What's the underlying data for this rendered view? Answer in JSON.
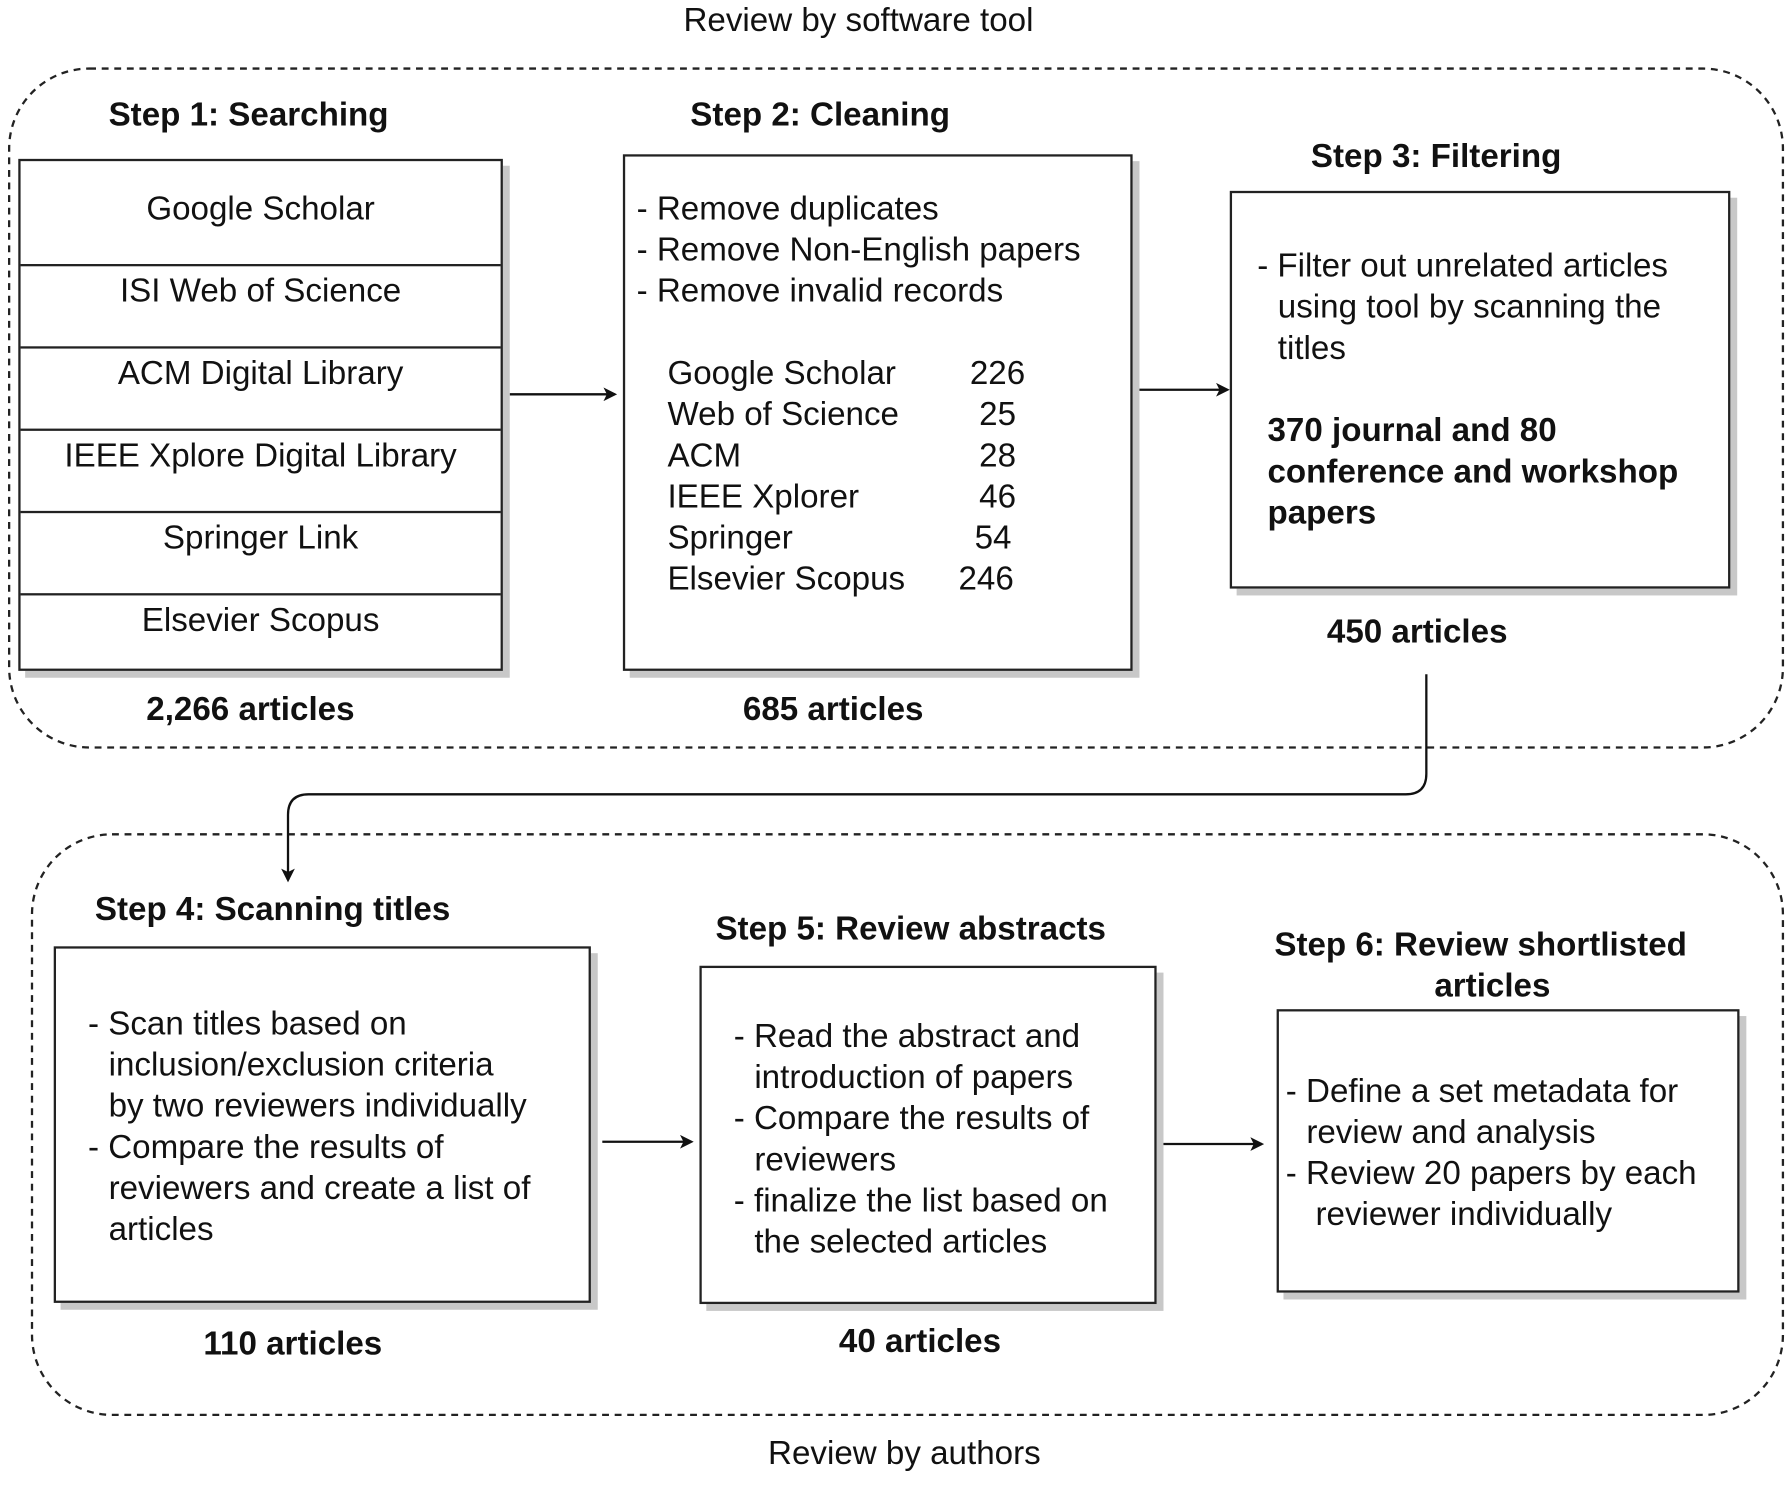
{
  "groups": {
    "top_label": "Review by software tool",
    "bottom_label": "Review by authors"
  },
  "step1": {
    "title": "Step 1: Searching",
    "sources": [
      "Google Scholar",
      "ISI Web of Science",
      "ACM Digital Library",
      "IEEE Xplore Digital Library",
      "Springer Link",
      "Elsevier Scopus"
    ],
    "count": "2,266 articles"
  },
  "step2": {
    "title": "Step 2: Cleaning",
    "actions": [
      "- Remove duplicates",
      "- Remove Non-English papers",
      "- Remove invalid records"
    ],
    "table": [
      {
        "name": "Google Scholar",
        "value": "226"
      },
      {
        "name": "Web of Science",
        "value": "25"
      },
      {
        "name": "ACM",
        "value": "28"
      },
      {
        "name": "IEEE Xplorer",
        "value": "46"
      },
      {
        "name": "Springer",
        "value": "54"
      },
      {
        "name": "Elsevier Scopus",
        "value": "246"
      }
    ],
    "count": "685 articles"
  },
  "step3": {
    "title": "Step 3: Filtering",
    "lines": [
      "- Filter out unrelated articles",
      "using tool by scanning the",
      "titles"
    ],
    "bold_lines": [
      "370 journal and 80",
      "conference and workshop",
      "papers"
    ],
    "count": "450 articles"
  },
  "step4": {
    "title": "Step 4: Scanning titles",
    "lines": [
      "- Scan titles based on",
      "inclusion/exclusion criteria",
      "by two reviewers individually",
      "- Compare the results of",
      "reviewers and create a list of",
      "articles"
    ],
    "count": "110 articles"
  },
  "step5": {
    "title": "Step 5: Review abstracts",
    "lines": [
      "- Read the abstract and",
      "introduction of papers",
      "- Compare the results of",
      "reviewers",
      "- finalize the list based on",
      "the selected articles"
    ],
    "count": "40 articles"
  },
  "step6": {
    "title_line1": "Step 6: Review shortlisted",
    "title_line2": "articles",
    "lines": [
      "- Define a set metadata for",
      "review and analysis",
      "- Review 20 papers by each",
      "reviewer individually"
    ]
  }
}
